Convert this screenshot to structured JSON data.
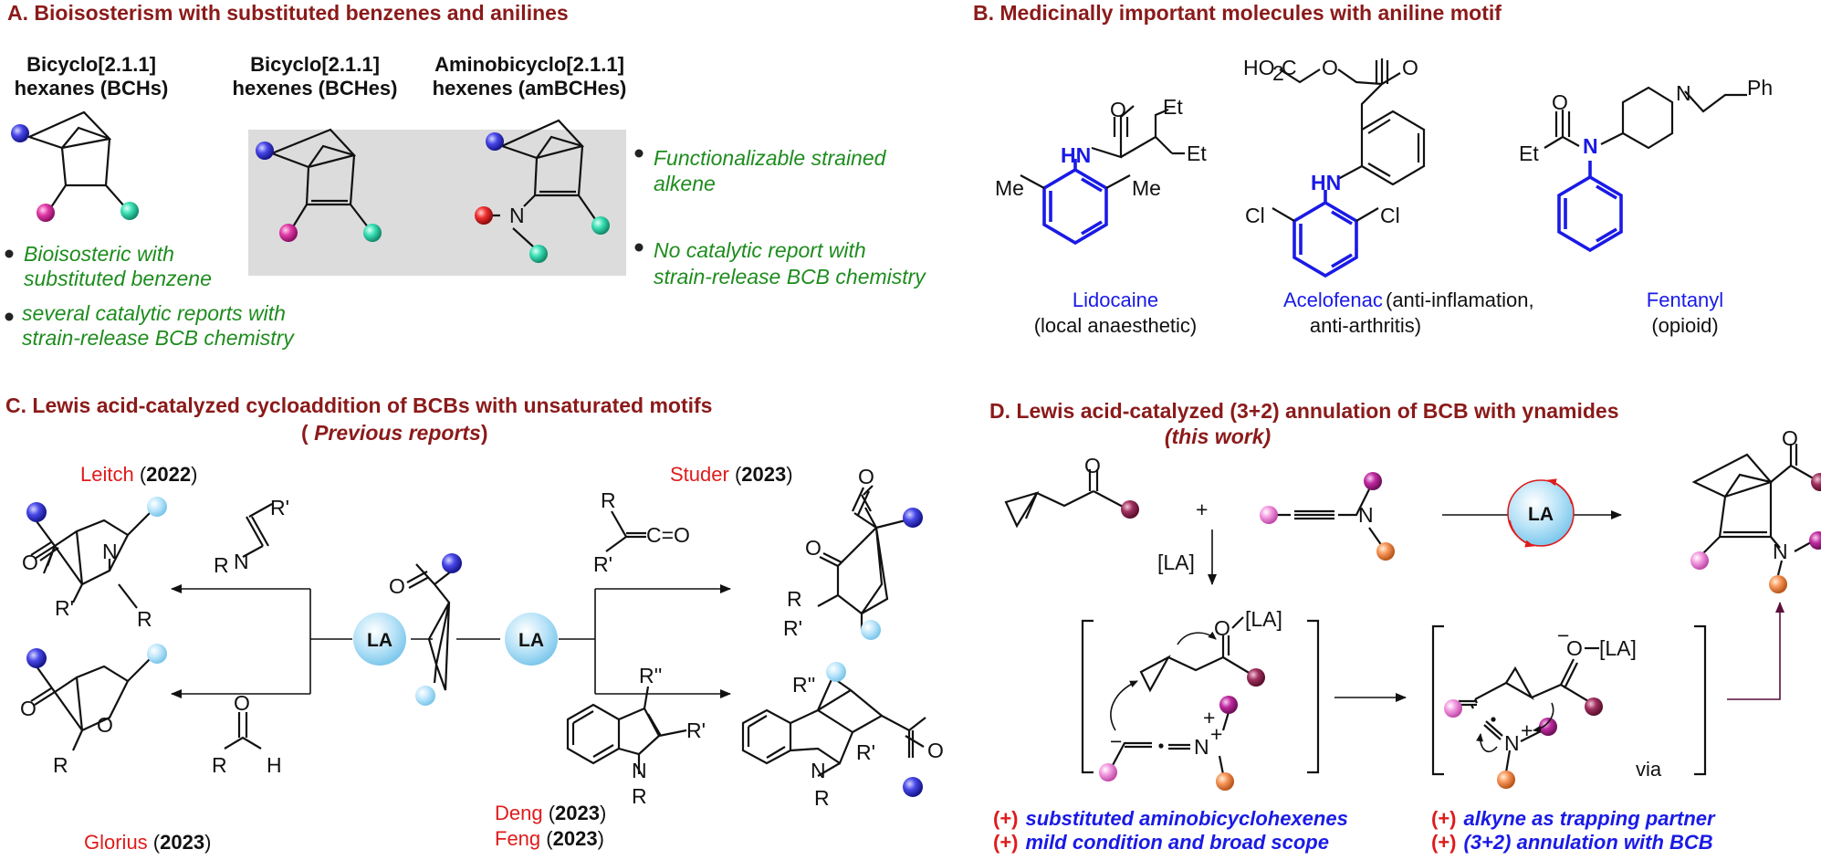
{
  "panel_a": {
    "title": "A. Bioisosterism with substituted benzenes and anilines",
    "col1": [
      "Bicyclo[2.1.1]",
      "hexanes (BCHs)"
    ],
    "col2": [
      "Bicyclo[2.1.1]",
      "hexenes (BCHes)"
    ],
    "col3": [
      "Aminobicyclo[2.1.1]",
      "hexenes (amBCHes)"
    ],
    "notes_left": [
      "Bioisosteric with",
      "substituted benzene",
      "several catalytic reports with",
      "strain-release BCB chemistry"
    ],
    "notes_right": [
      "Functionalizable strained",
      "alkene",
      "No catalytic report with",
      "strain-release BCB chemistry"
    ],
    "atom_n": "N"
  },
  "panel_b": {
    "title": "B. Medicinally important molecules with aniline motif",
    "lidocaine": {
      "name": "Lidocaine",
      "use": "(local anaesthetic)",
      "atoms": {
        "o": "O",
        "hn": "HN",
        "et1": "Et",
        "et2": "Et",
        "me1": "Me",
        "me2": "Me"
      }
    },
    "acelofenac": {
      "name": "Acelofenac",
      "use1": "(anti-inflamation,",
      "use2": "anti-arthritis)",
      "atoms": {
        "ho2c": "HO",
        "sub2": "2",
        "c": "C",
        "o1": "O",
        "o2": "O",
        "hn": "HN",
        "cl1": "Cl",
        "cl2": "Cl"
      }
    },
    "fentanyl": {
      "name": "Fentanyl",
      "use": "(opioid)",
      "atoms": {
        "o": "O",
        "et": "Et",
        "n1": "N",
        "n2": "N",
        "ph": "Ph"
      }
    }
  },
  "panel_c": {
    "title": "C. Lewis acid-catalyzed cycloaddition of BCBs with unsaturated motifs",
    "subtitle_open": "( ",
    "subtitle_it": "Previous reports",
    "subtitle_close": ")",
    "leitch": {
      "author": "Leitch",
      "year": "2022"
    },
    "glorius": {
      "author": "Glorius",
      "year": "2023"
    },
    "studer": {
      "author": "Studer",
      "year": "2023"
    },
    "deng": {
      "author": "Deng",
      "year": "2023"
    },
    "feng": {
      "author": "Feng",
      "year": "2023"
    },
    "la": "LA",
    "atoms": {
      "r": "R",
      "rp": "R'",
      "rpp": "R''",
      "n": "N",
      "o": "O",
      "h": "H",
      "c": "C",
      "eq": "C=O"
    }
  },
  "panel_d": {
    "title": "D. Lewis acid-catalyzed (3+2) annulation of BCB with ynamides",
    "subtitle": "(this work)",
    "plus": "+",
    "la": "LA",
    "la_bracket": "[LA]",
    "o_la": "O",
    "la_tag": "[LA]",
    "n": "N",
    "nplus": "+",
    "minus": "−",
    "via": "via",
    "bullets": [
      {
        "mark": "(+)",
        "text": "substituted aminobicyclohexenes"
      },
      {
        "mark": "(+)",
        "text": "mild condition and broad scope"
      },
      {
        "mark": "(+)",
        "text": "alkyne as trapping partner"
      },
      {
        "mark": "(+)",
        "text": "(3+2) annulation with BCB"
      }
    ]
  },
  "colors": {
    "title": "#8b1a1a",
    "blue": "#1a1ae6",
    "green": "#1e8c1e",
    "red": "#e01b1b",
    "la_ball": "#a9dcf5"
  }
}
